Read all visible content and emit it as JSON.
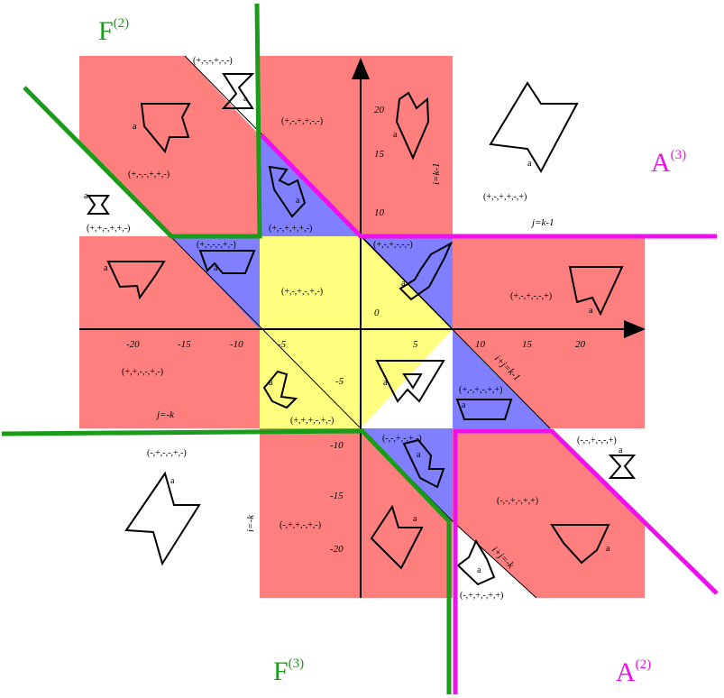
{
  "colors": {
    "red": "#ff7f7f",
    "blue": "#7f7fff",
    "yellow": "#ffff7f",
    "green": "#1a9b1a",
    "magenta": "#ee11ee"
  },
  "big_labels": {
    "F2": {
      "main": "F",
      "sup": "(2)"
    },
    "F3": {
      "main": "F",
      "sup": "(3)"
    },
    "A3": {
      "main": "A",
      "sup": "(3)"
    },
    "A2": {
      "main": "A",
      "sup": "(2)"
    }
  },
  "x_ticks": [
    "-20",
    "-15",
    "-10",
    "-5",
    "5",
    "10",
    "15",
    "20"
  ],
  "y_ticks": [
    "20",
    "15",
    "10",
    "0",
    "-5",
    "-10",
    "-15",
    "-20"
  ],
  "line_labels": {
    "i_k1": "i=k-1",
    "j_k1": "j=k-1",
    "ij_k1": "i+j=k-1",
    "j_k": "j=-k",
    "i_k": "i=-k",
    "ij_k": "i+j=-k"
  },
  "shape_label": "a",
  "sign_patterns": {
    "top_white_diag": "(+,-,-,+,-,-)",
    "top_mid_red": "(+,-,+,+,-,-)",
    "top_left_red": "(+,-,-,+,+,-)",
    "left_white_edge": "(+,+,-,+,+,-)",
    "blue_upper_a": "(+,-,+,+,+,-)",
    "blue_left_upper": "(+,-,-,-,+,-)",
    "blue_right_upper": "(+,-,+,-,-,-)",
    "top_right_white": "(+,-,+,+,-,+)",
    "yellow_center": "(+,-,+,-,+,-)",
    "right_red": "(+,-,+,-,-,+)",
    "left_lower_red": "(+,+,-,-,+,-)",
    "blue_right_lower": "(+,-,+,-,+,+)",
    "blue_lower_left": "(+,+,+,-,+,-)",
    "blue_lower_mid": "(-,-,+,-,+,-)",
    "bottom_left_white": "(-,+,-,-,+,-)",
    "bottom_right_edge": "(-,-,+,-,-,+)",
    "bottom_red_right": "(-,-,+,-,+,+)",
    "bottom_red_left": "(-,+,+,-,+,-)",
    "bottom_white_diag": "(-,+,+,-,+,+)"
  }
}
